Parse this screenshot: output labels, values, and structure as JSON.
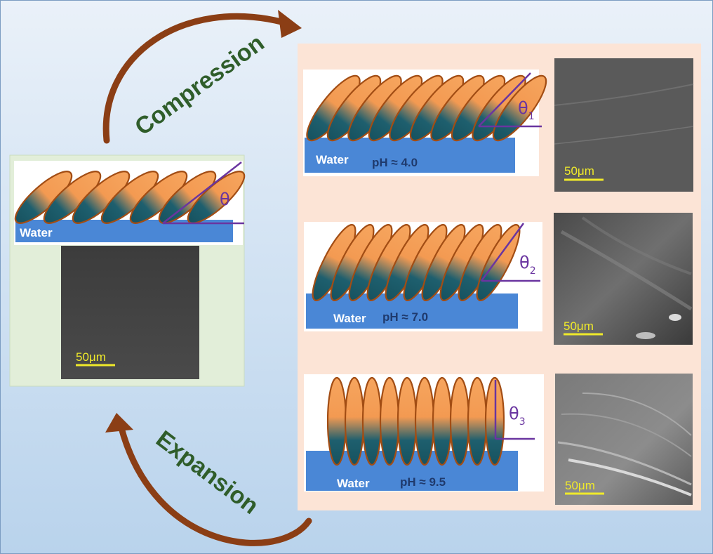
{
  "colors": {
    "molecule_head": "#f6a55e",
    "molecule_tail": "#1e5f6e",
    "molecule_outline": "#a24d14",
    "water": "#4a87d6",
    "angle_line": "#6a35a0",
    "arrow": "#8b3e15",
    "arrow_label": "#2f5d2a",
    "scale_bar": "#f0ea2a"
  },
  "initial_state": {
    "water_label": "Water",
    "angle_label": "θ",
    "scale_bar_label": "50μm"
  },
  "arrows": {
    "compression_label": "Compression",
    "expansion_label": "Expansion"
  },
  "states": [
    {
      "water_label": "Water",
      "ph_label": "pH ≈ 4.0",
      "angle_label": "θ",
      "angle_sub": "1",
      "scale_bar_label": "50μm"
    },
    {
      "water_label": "Water",
      "ph_label": "pH ≈ 7.0",
      "angle_label": "θ",
      "angle_sub": "2",
      "scale_bar_label": "50μm"
    },
    {
      "water_label": "Water",
      "ph_label": "pH ≈ 9.5",
      "angle_label": "θ",
      "angle_sub": "3",
      "scale_bar_label": "50μm"
    }
  ]
}
